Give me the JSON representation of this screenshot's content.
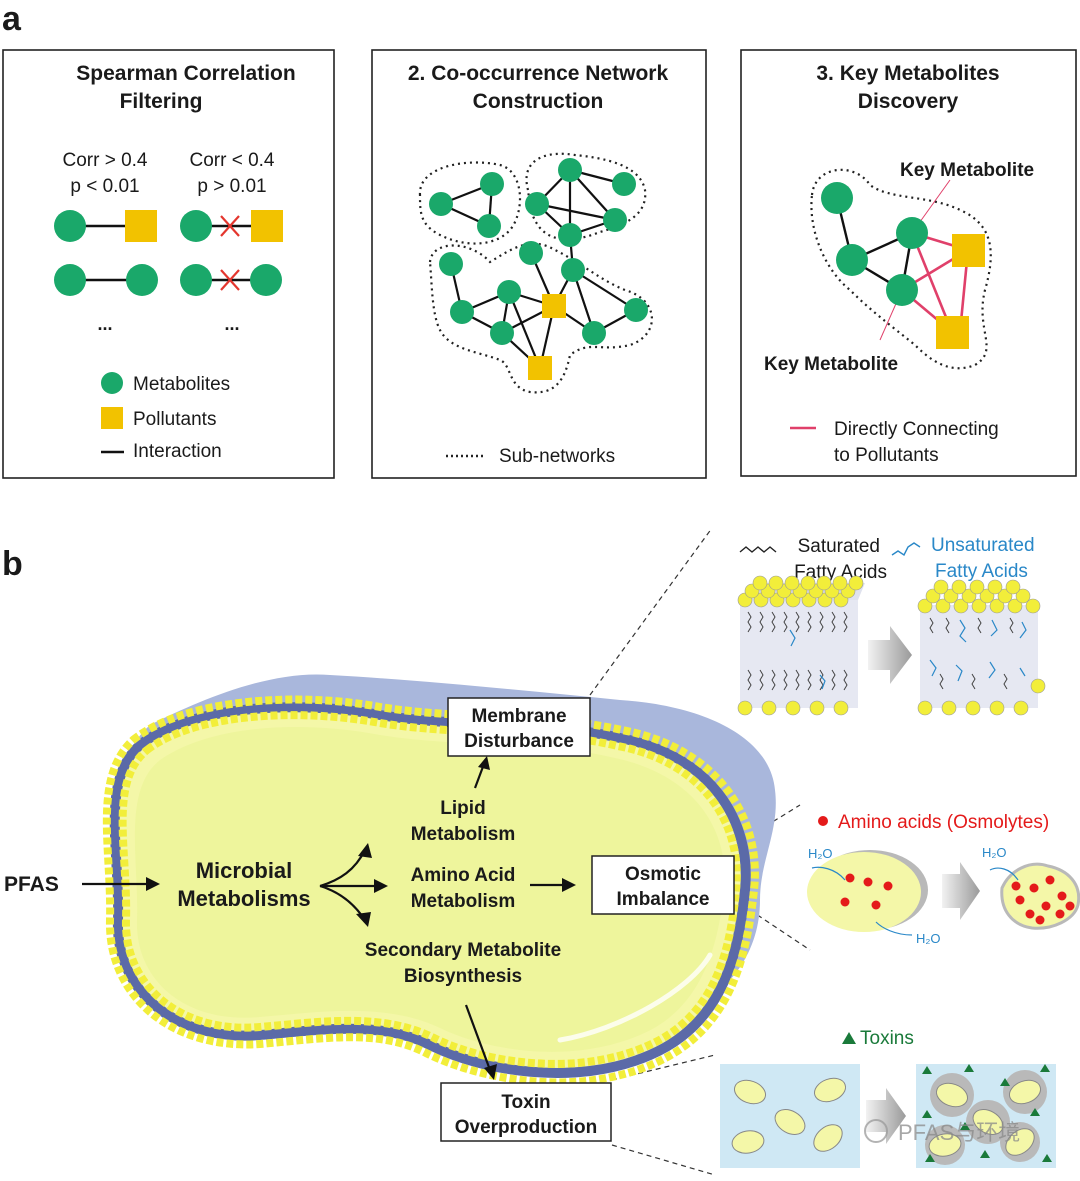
{
  "panel_a": {
    "label": "a",
    "box1": {
      "title1": "Spearman Correlation",
      "title2": "Filtering",
      "cond_pass1": "Corr > 0.4",
      "cond_pass2": "p < 0.01",
      "cond_fail1": "Corr < 0.4",
      "cond_fail2": "p > 0.01",
      "ellipsis": "...",
      "legend_metabolites": "Metabolites",
      "legend_pollutants": "Pollutants",
      "legend_interaction": "Interaction"
    },
    "box2": {
      "title1": "2. Co-occurrence Network",
      "title2": "Construction",
      "legend_subnetworks": "Sub-networks"
    },
    "box3": {
      "title1": "3. Key Metabolites",
      "title2": "Discovery",
      "key_metabolite_top": "Key Metabolite",
      "key_metabolite_bottom": "Key Metabolite",
      "legend_direct1": "Directly Connecting",
      "legend_direct2": "to Pollutants"
    }
  },
  "panel_b": {
    "label": "b",
    "pfas": "PFAS",
    "microbial1": "Microbial",
    "microbial2": "Metabolisms",
    "lipid1": "Lipid",
    "lipid2": "Metabolism",
    "amino1": "Amino Acid",
    "amino2": "Metabolism",
    "secondary1": "Secondary Metabolite",
    "secondary2": "Biosynthesis",
    "membrane1": "Membrane",
    "membrane2": "Disturbance",
    "osmotic1": "Osmotic",
    "osmotic2": "Imbalance",
    "toxin1": "Toxin",
    "toxin2": "Overproduction",
    "saturated1": "Saturated",
    "saturated2": "Fatty Acids",
    "unsaturated1": "Unsaturated",
    "unsaturated2": "Fatty Acids",
    "amino_osmolytes": "Amino acids (Osmolytes)",
    "h2o": "H₂O",
    "toxins": "Toxins",
    "watermark": "PFAS与环境"
  },
  "colors": {
    "metabolite": "#1aa86a",
    "pollutant": "#f2c200",
    "direct_edge": "#e0406a",
    "cell_fill": "#f4f7a8",
    "cell_shadow": "#a9b7dc",
    "lipid_head": "#f2ee3a",
    "unsat_chain": "#2a88c8",
    "amino_dot": "#e41a1a",
    "toxin": "#1a7a3a",
    "env_bg": "#cfe8f4"
  }
}
